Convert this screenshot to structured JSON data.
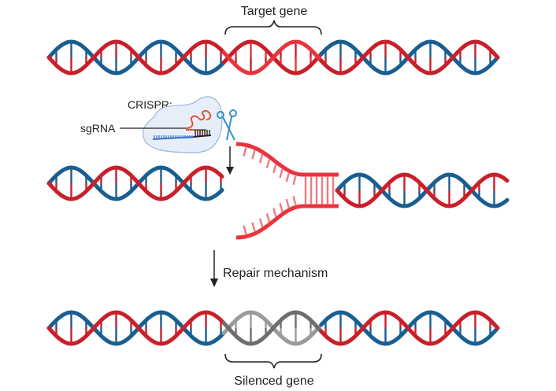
{
  "labels": {
    "target_gene": "Target gene",
    "crispr": "CRISPR:",
    "sgrna": "sgRNA",
    "repair_mechanism": "Repair mechanism",
    "silenced_gene": "Silenced gene"
  },
  "colors": {
    "strand_red": "#c8202a",
    "strand_blue": "#1a5e91",
    "target_red": "#e8343c",
    "target_rung": "#f07a7e",
    "silenced_dark": "#6e6e6e",
    "silenced_light": "#9a9a9a",
    "arrow": "#222222",
    "crispr_bubble_fill": "#e6eef9",
    "crispr_bubble_stroke": "#9db6dc",
    "sgrna_orange": "#e2552a",
    "dna_target_blue": "#3a73c9",
    "scissors_blue": "#3a8fcf"
  },
  "stages": [
    {
      "name": "original-dna",
      "target_region": "middle"
    },
    {
      "name": "cut-dna",
      "event": "double-strand break at target gene"
    },
    {
      "name": "repaired-dna",
      "target_region": "silenced"
    }
  ]
}
